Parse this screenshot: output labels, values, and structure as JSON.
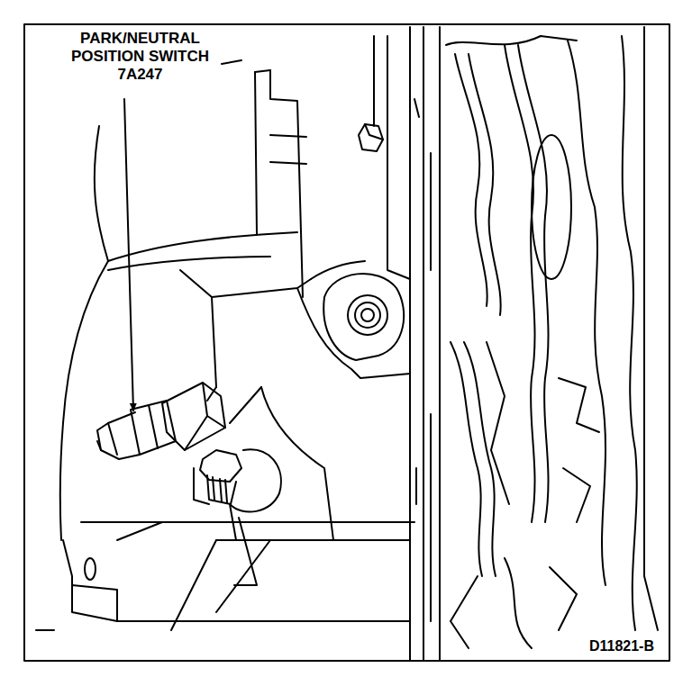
{
  "diagram": {
    "labels": [
      "PARK/NEUTRAL POSITION SWITCH",
      "7A247",
      "D11821-B"
    ]
  }
}
